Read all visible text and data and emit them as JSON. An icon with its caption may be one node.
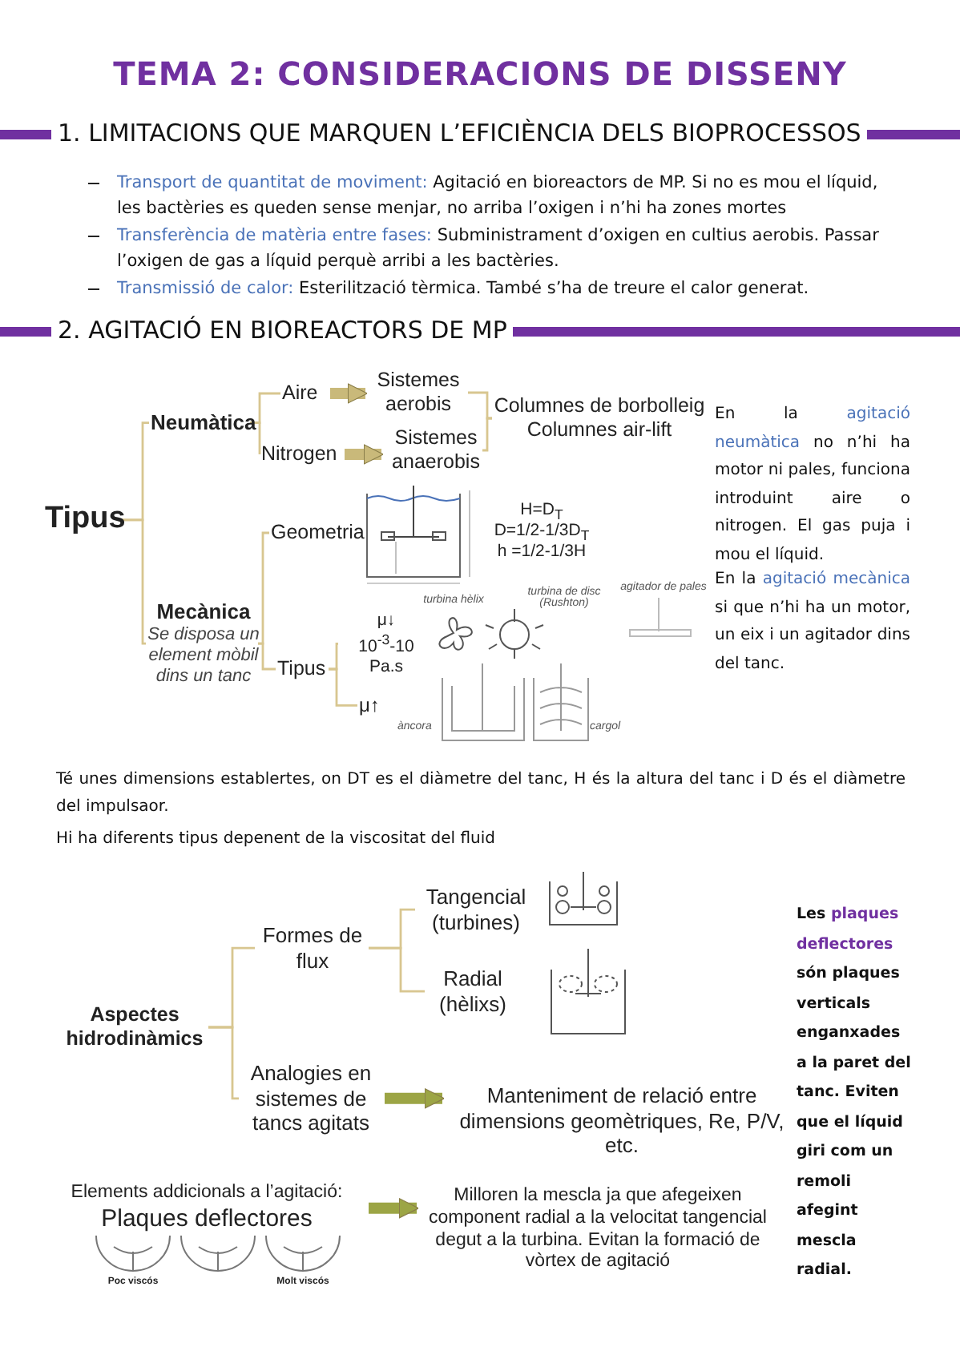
{
  "diagram": {
    "title": "TEMA 2: CONSIDERACIONS DE DISSENY",
    "nodes": [
      {
        "text": [
          "Tipus"
        ]
      },
      {
        "text": [
          "Neumàtica"
        ]
      },
      {
        "text": [
          "Mecànica",
          "Se disposa un element mòbil dins un tanc"
        ]
      },
      {
        "text": [
          "Aire"
        ]
      },
      {
        "text": [
          "Nitrogen"
        ]
      },
      {
        "text": [
          "Sistemes aerobis"
        ]
      },
      {
        "text": [
          "Sistemes anaerobis"
        ]
      },
      {
        "text": [
          "Columnes de borbolleig",
          "Columnes air-lift"
        ]
      },
      {
        "text": [
          "Geometria"
        ]
      },
      {
        "text": [
          "Tipus"
        ]
      },
      {
        "text": [
          "μ↓",
          "10$^{-3}$-10 Pa.s"
        ]
      },
      {
        "text": [
          "μ↑"
        ]
      },
      {
        "text": [
          "Aspectes hidrodinàmics"
        ]
      },
      {
        "text": [
          "Formes de flux"
        ]
      },
      {
        "text": [
          "Analogies en sistemes de tancs agitats"
        ]
      },
      {
        "text": [
          "Tangencial (turbines)"
        ]
      },
      {
        "text": [
          "Radial (hèlixs)"
        ]
      },
      {
        "text": [
          "Manteniment de relació entre dimensions geomètriques, Re, P/V, etc."
        ]
      },
      {
        "text": [
          "Elements addicionals a l’agitació:",
          "Plaques deflectores"
        ]
      },
      {
        "text": [
          "Milloren la mescla ja que afegeixen component radial a la velocitat tangencial degut a la turbina. Evitan la formació de vòrtex de agitació"
        ]
      }
    ],
    "edges": [
      {
        "from": 0,
        "to": 1,
        "arrow": "none"
      },
      {
        "from": 0,
        "to": 2,
        "arrow": "none"
      },
      {
        "from": 1,
        "to": 3,
        "arrow": "none"
      },
      {
        "from": 1,
        "to": 4,
        "arrow": "none"
      },
      {
        "from": 3,
        "to": 5,
        "arrow": "to",
        "style": "thick"
      },
      {
        "from": 4,
        "to": 6,
        "arrow": "to",
        "style": "thick"
      },
      {
        "from": 5,
        "to": 7,
        "arrow": "none"
      },
      {
        "from": 6,
        "to": 7,
        "arrow": "none"
      },
      {
        "from": 2,
        "to": 8,
        "arrow": "none"
      },
      {
        "from": 2,
        "to": 9,
        "arrow": "none"
      },
      {
        "from": 9,
        "to": 10,
        "arrow": "none"
      },
      {
        "from": 9,
        "to": 11,
        "arrow": "none"
      },
      {
        "from": 12,
        "to": 13,
        "arrow": "none"
      },
      {
        "from": 12,
        "to": 14,
        "arrow": "none"
      },
      {
        "from": 13,
        "to": 15,
        "arrow": "none"
      },
      {
        "from": 13,
        "to": 16,
        "arrow": "none"
      },
      {
        "from": 14,
        "to": 17,
        "arrow": "to",
        "style": "thick",
        "color": "#9ca545"
      },
      {
        "from": 18,
        "to": 19,
        "arrow": "to",
        "style": "thick",
        "color": "#9ca545"
      }
    ],
    "labels": [
      "1. LIMITACIONS QUE MARQUEN L’EFICIÈNCIA DELS BIOPROCESSOS",
      "Transport de quantitat de moviment:",
      "Agitació en bioreactors de MP. Si no es mou el líquid, les bactèries es queden sense menjar, no arriba l’oxigen i n’hi ha zones mortes",
      "Transferència de matèria entre fases:",
      "Subministrament d’oxigen en cultius aerobis. Passar l’oxigen de gas a líquid perquè arribi a les bactèries.",
      "Transmissió de calor:",
      "Esterilització tèrmica. També s’ha de treure el calor generat.",
      "2. AGITACIÓ EN BIOREACTORS DE MP",
      "En la",
      "agitació neumàtica",
      "no n’hi ha motor ni pales, funciona introduint aire o nitrogen. El gas puja i mou el líquid.",
      "H=D$_{T}$",
      "D=1/2-1/3D$_{T}$",
      "h =1/2-1/3H",
      "En la",
      "agitació mecànica",
      "si que n’hi ha un motor, un eix i un agitador dins del tanc.",
      "turbina hèlix",
      "turbina de disc (Rushton)",
      "agitador de pales",
      "àncora",
      "cargol",
      "Té unes dimensions establertes, on DT es el diàmetre del tanc, H és la altura del tanc i D és el diàmetre del impulsaor.",
      "Hi ha diferents tipus depenent de la viscositat del fluid",
      "Les",
      "plaques deflectores",
      "són plaques verticals enganxades a la paret del tanc. Eviten que el líquid giri com un remoli afegint mescla radial.",
      "Poc viscós",
      "Molt viscós"
    ]
  }
}
